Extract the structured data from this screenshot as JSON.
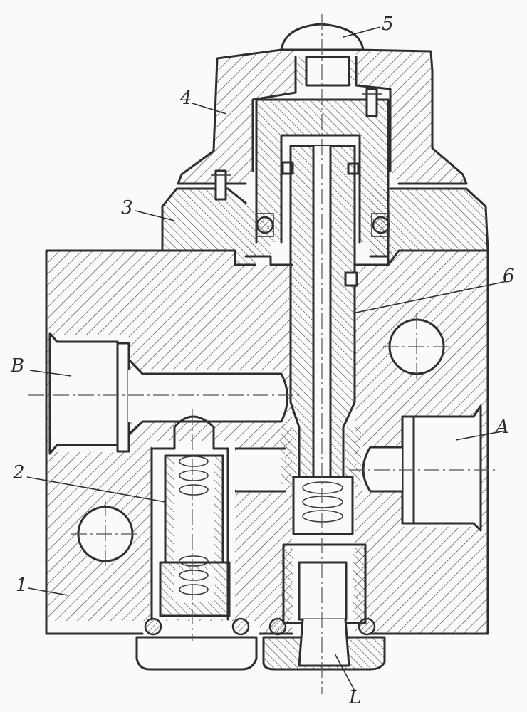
{
  "diagram": {
    "labels": {
      "body": "1",
      "valve_spool": "2",
      "cover": "3",
      "cap": "4",
      "knob": "5",
      "plunger": "6",
      "port_a": "A",
      "port_b": "B",
      "port_l": "L"
    },
    "colors": {
      "line": "#2e2e2e",
      "hatch": "#444444",
      "paper": "#fbfaf8"
    }
  }
}
